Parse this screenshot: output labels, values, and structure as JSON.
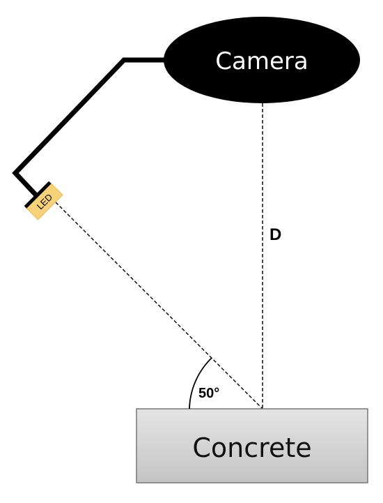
{
  "labels": {
    "camera": "Camera",
    "led": "LED",
    "distance": "D",
    "angle": "50°",
    "concrete": "Concrete"
  },
  "colors": {
    "camera_fill": "#000000",
    "camera_text": "#ffffff",
    "arm": "#000000",
    "led_fill": "#f8d27a",
    "concrete_fill": "#d4d4d4",
    "concrete_border": "#777777",
    "dashed_line": "#000000"
  },
  "angle_degrees": 50
}
